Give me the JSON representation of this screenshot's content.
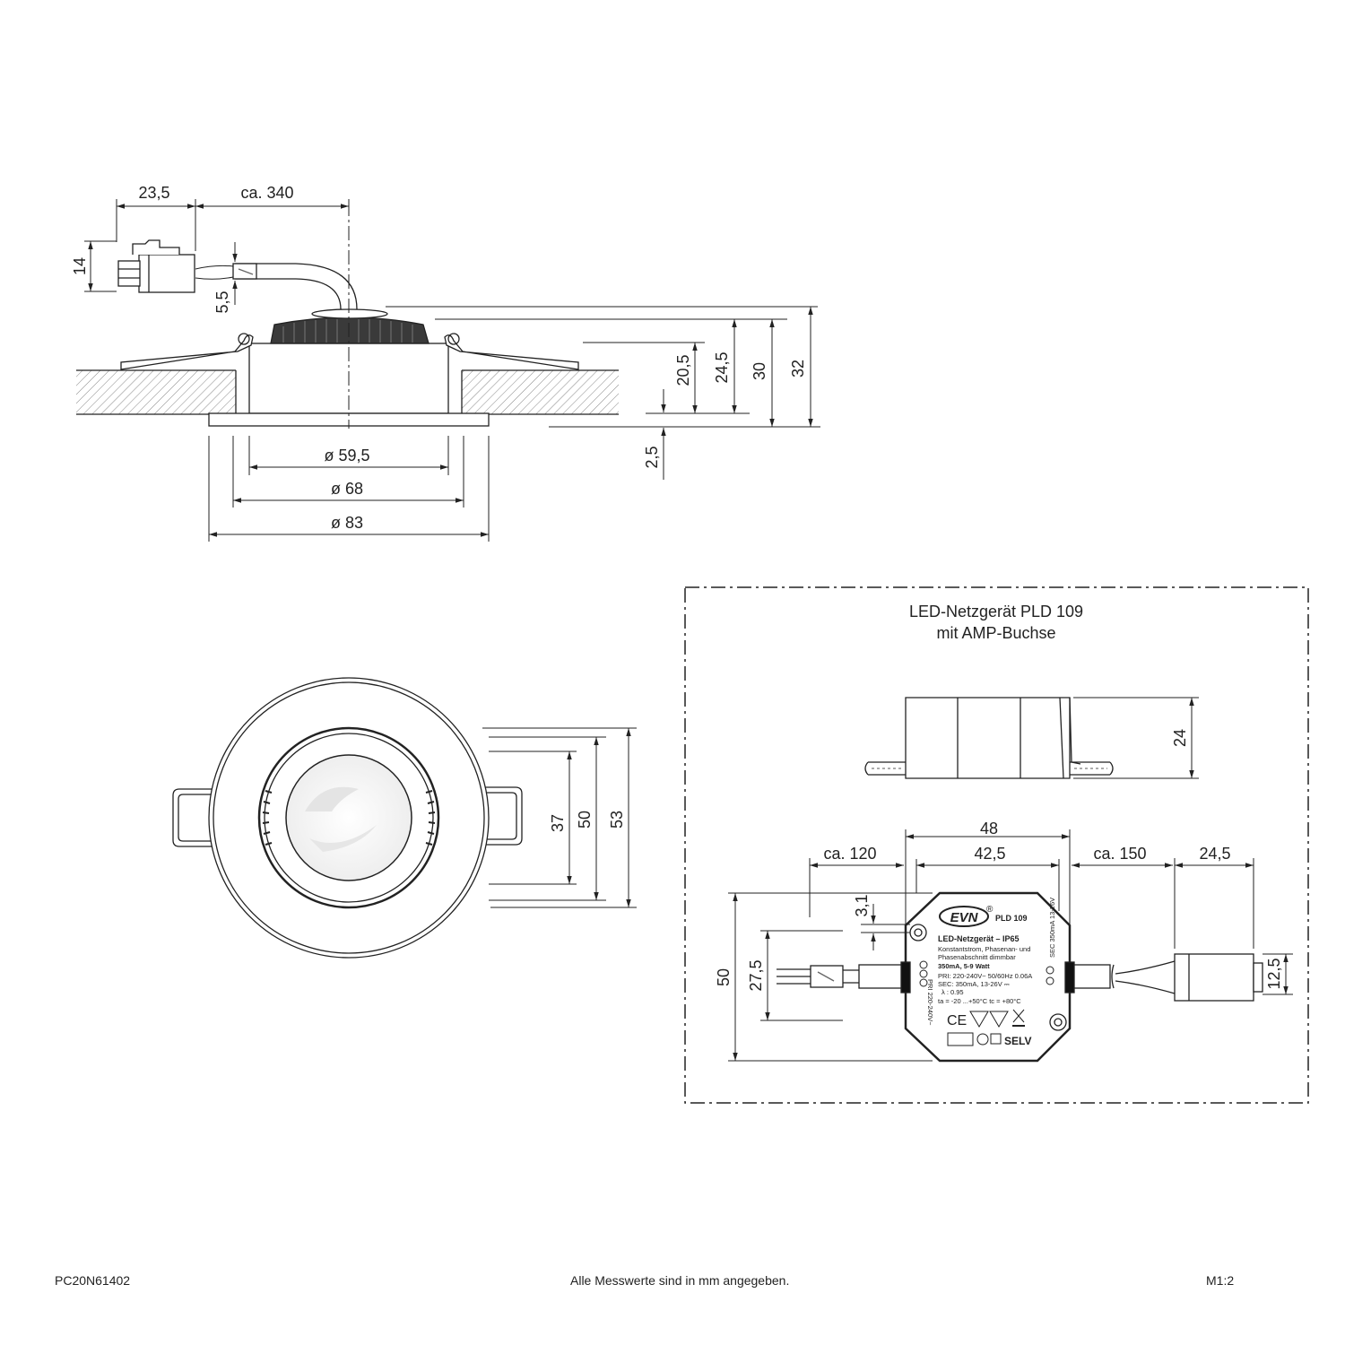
{
  "side_view": {
    "dims": {
      "connector_length": "23,5",
      "cable_length": "ca. 340",
      "connector_height": "14",
      "cable_diameter": "5,5",
      "d_inner": "ø 59,5",
      "d_mid": "ø 68",
      "d_outer": "ø 83",
      "h_20_5": "20,5",
      "h_24_5": "24,5",
      "h_30": "30",
      "h_32": "32",
      "flange": "2,5"
    }
  },
  "front_view": {
    "dims": {
      "d37": "37",
      "d50": "50",
      "d53": "53"
    }
  },
  "driver_box": {
    "title_line1": "LED-Netzgerät PLD 109",
    "title_line2": "mit AMP-Buchse",
    "dims": {
      "height": "24",
      "width_48": "48",
      "width_42_5": "42,5",
      "cable_in": "ca. 120",
      "cable_out": "ca. 150",
      "plug_length": "24,5",
      "hole_offset": "3,1",
      "depth_50": "50",
      "depth_27_5": "27,5",
      "plug_height": "12,5"
    },
    "label": {
      "logo": "EVN",
      "model": "PLD 109",
      "line1": "LED-Netzgerät – IP65",
      "line2": "Konstantstrom, Phasenan- und",
      "line3": "Phasenabschnitt dimmbar",
      "line4": "350mA, 5-9 Watt",
      "line5": "PRI: 220-240V~ 50/60Hz 0.06A",
      "line6": "SEC: 350mA, 13-26V ⎓",
      "line7": "λ : 0.95",
      "line8": "ta = -20 ...+50°C  tc = +80°C",
      "selv": "SELV",
      "pri_side": "PRI 220-240V~",
      "sec_side": "SEC 350mA 13-26V"
    }
  },
  "footer": {
    "code": "PC20N61402",
    "note": "Alle Messwerte sind in mm angegeben.",
    "scale": "M1:2"
  }
}
